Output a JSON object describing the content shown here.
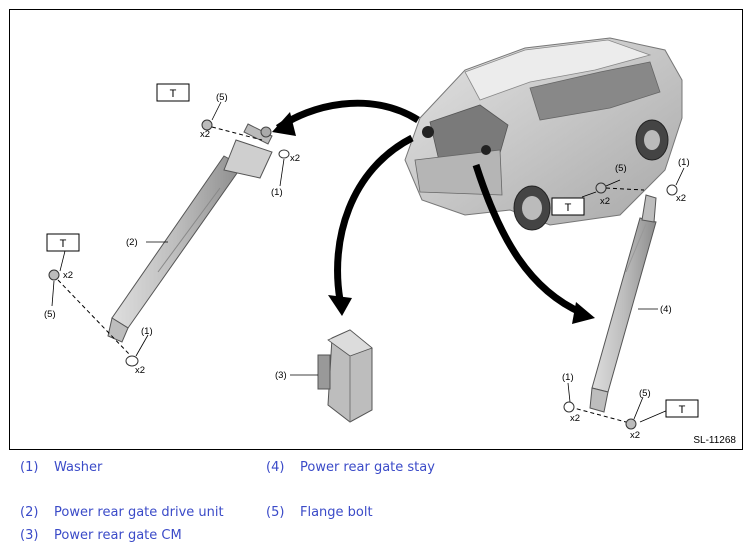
{
  "figure": {
    "id": "SL-11268",
    "callouts": {
      "n1": "(1)",
      "n2": "(2)",
      "n3": "(3)",
      "n4": "(4)",
      "n5": "(5)",
      "x2": "x2",
      "torque": "T"
    }
  },
  "legend": [
    {
      "num": "(1)",
      "label": "Washer"
    },
    {
      "num": "(4)",
      "label": "Power rear gate stay"
    },
    {
      "num": "(2)",
      "label": "Power rear gate drive unit"
    },
    {
      "num": "(5)",
      "label": "Flange bolt"
    },
    {
      "num": "(3)",
      "label": "Power rear gate CM"
    }
  ],
  "colors": {
    "legend_text": "#3b4bc8",
    "part_fill": "#c9c9c9",
    "part_shade": "#9a9a9a",
    "arrow": "#000000"
  }
}
